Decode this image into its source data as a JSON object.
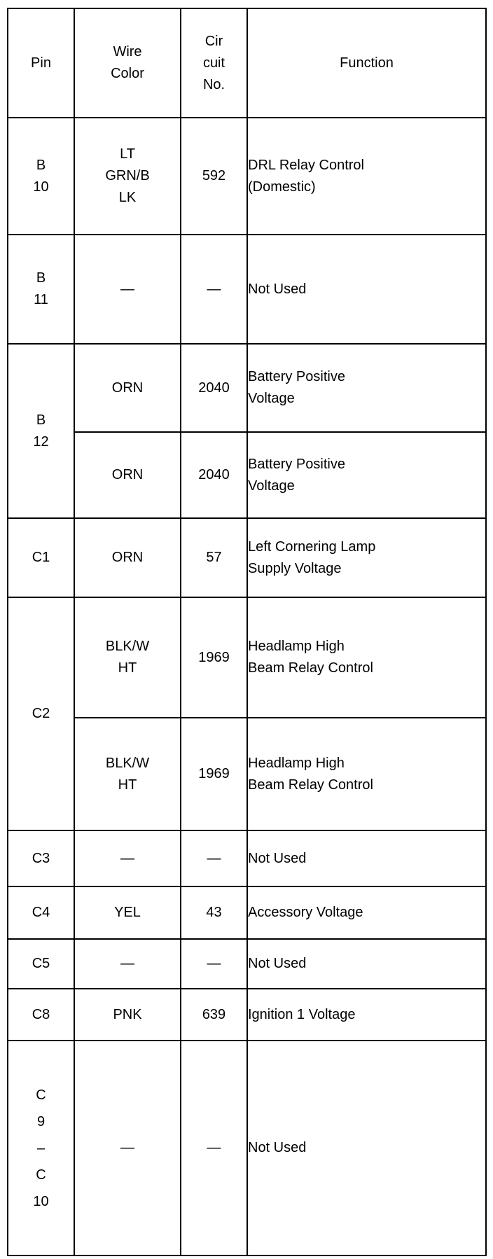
{
  "table": {
    "headers": {
      "pin": [
        "Pin"
      ],
      "wire_color": [
        "Wire",
        "Color"
      ],
      "circuit_no": [
        "Cir",
        "cuit",
        "No."
      ],
      "function": [
        "Function"
      ]
    },
    "rows": [
      {
        "pin": [
          "B",
          "10"
        ],
        "entries": [
          {
            "wire_color": [
              "LT",
              "GRN/B",
              "LK"
            ],
            "circuit_no": "592",
            "function": [
              "DRL Relay Control",
              "(Domestic)"
            ]
          }
        ]
      },
      {
        "pin": [
          "B",
          "11"
        ],
        "entries": [
          {
            "wire_color": [
              "—"
            ],
            "circuit_no": "—",
            "function": [
              "Not Used"
            ]
          }
        ]
      },
      {
        "pin": [
          "B",
          "12"
        ],
        "entries": [
          {
            "wire_color": [
              "ORN"
            ],
            "circuit_no": "2040",
            "function": [
              "Battery Positive",
              "Voltage"
            ]
          },
          {
            "wire_color": [
              "ORN"
            ],
            "circuit_no": "2040",
            "function": [
              "Battery Positive",
              "Voltage"
            ]
          }
        ]
      },
      {
        "pin": [
          "C1"
        ],
        "entries": [
          {
            "wire_color": [
              "ORN"
            ],
            "circuit_no": "57",
            "function": [
              "Left Cornering Lamp",
              "Supply Voltage"
            ]
          }
        ]
      },
      {
        "pin": [
          "C2"
        ],
        "entries": [
          {
            "wire_color": [
              "BLK/W",
              "HT"
            ],
            "circuit_no": "1969",
            "function": [
              "Headlamp High",
              "Beam Relay Control"
            ]
          },
          {
            "wire_color": [
              "BLK/W",
              "HT"
            ],
            "circuit_no": "1969",
            "function": [
              "Headlamp High",
              "Beam Relay Control"
            ]
          }
        ]
      },
      {
        "pin": [
          "C3"
        ],
        "entries": [
          {
            "wire_color": [
              "—"
            ],
            "circuit_no": "—",
            "function": [
              "Not Used"
            ]
          }
        ]
      },
      {
        "pin": [
          "C4"
        ],
        "entries": [
          {
            "wire_color": [
              "YEL"
            ],
            "circuit_no": "43",
            "function": [
              "Accessory Voltage"
            ]
          }
        ]
      },
      {
        "pin": [
          "C5"
        ],
        "entries": [
          {
            "wire_color": [
              "—"
            ],
            "circuit_no": "—",
            "function": [
              "Not Used"
            ]
          }
        ]
      },
      {
        "pin": [
          "C8"
        ],
        "entries": [
          {
            "wire_color": [
              "PNK"
            ],
            "circuit_no": "639",
            "function": [
              "Ignition 1 Voltage"
            ]
          }
        ]
      },
      {
        "pin": [
          "C",
          "9",
          "–",
          "C",
          "10"
        ],
        "entries": [
          {
            "wire_color": [
              "—"
            ],
            "circuit_no": "—",
            "function": [
              "Not Used"
            ]
          }
        ]
      }
    ]
  },
  "style": {
    "border_color": "#000000",
    "background": "#ffffff",
    "text_color": "#000000"
  }
}
